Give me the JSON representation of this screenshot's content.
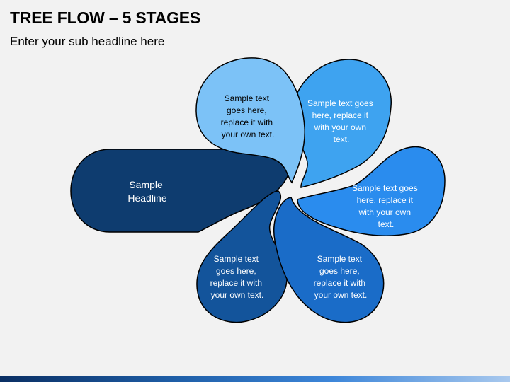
{
  "header": {
    "title": "TREE FLOW – 5 STAGES",
    "subtitle": "Enter your sub headline here"
  },
  "diagram": {
    "headline": {
      "lines": [
        "Sample",
        "Headline"
      ],
      "color": "#0e3c6f"
    },
    "petals": [
      {
        "id": "top-left",
        "color": "#7cc2f7",
        "text_color": "#000000",
        "lines": [
          "Sample text",
          "goes here,",
          "replace it with",
          "your own text."
        ]
      },
      {
        "id": "top-right",
        "color": "#3ea3f0",
        "text_color": "#ffffff",
        "lines": [
          "Sample text goes",
          "here, replace it",
          "with your own",
          "text."
        ]
      },
      {
        "id": "right",
        "color": "#2a8cee",
        "text_color": "#ffffff",
        "lines": [
          "Sample text goes",
          "here, replace it",
          "with your own",
          "text."
        ]
      },
      {
        "id": "bottom-right",
        "color": "#1a6cc8",
        "text_color": "#ffffff",
        "lines": [
          "Sample text",
          "goes here,",
          "replace it with",
          "your own text."
        ]
      },
      {
        "id": "bottom-left",
        "color": "#13549b",
        "text_color": "#ffffff",
        "lines": [
          "Sample text",
          "goes here,",
          "replace it with",
          "your own text."
        ]
      }
    ]
  }
}
